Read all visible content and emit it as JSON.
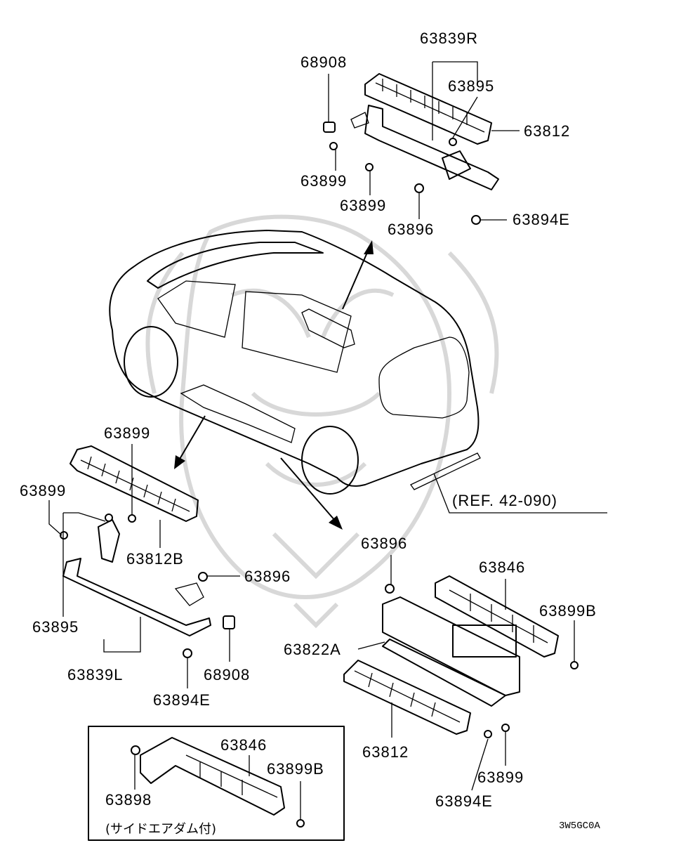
{
  "diagram": {
    "labels": {
      "p63839R": "63839R",
      "p68908_top": "68908",
      "p63895_top": "63895",
      "p63812_top": "63812",
      "p63899_top_a": "63899",
      "p63899_top_b": "63899",
      "p63896_top": "63896",
      "p63894E_top": "63894E",
      "p63899_left_a": "63899",
      "p63899_left_b": "63899",
      "p63812B": "63812B",
      "p63896_left": "63896",
      "p63895_left": "63895",
      "p63839L": "63839L",
      "p63894E_left": "63894E",
      "p68908_left": "68908",
      "p63896_right": "63896",
      "p63846_right": "63846",
      "p63899B_right": "63899B",
      "p63822A": "63822A",
      "p63812_right": "63812",
      "p63899_right": "63899",
      "p63894E_right": "63894E",
      "p63846_box": "63846",
      "p63899B_box": "63899B",
      "p63898": "63898"
    },
    "ref_note": "(REF. 42-090)",
    "inset_note": "(サイドエアダム付)",
    "figure_code": "3W5GC0A"
  }
}
